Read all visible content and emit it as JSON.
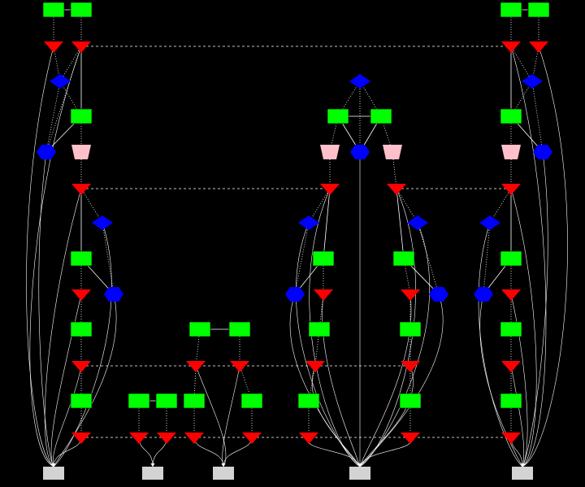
{
  "colors": {
    "background": "#000000",
    "box": "#00ff00",
    "triangle": "#ff0000",
    "diamond": "#0000ff",
    "hexagon": "#0000ff",
    "trapezium": "#ffc0cb",
    "sink": "#d3d3d3",
    "edge": "#ffffff"
  },
  "node_kinds": [
    "box",
    "triangle",
    "diamond",
    "hexagon",
    "trapezium",
    "sink"
  ]
}
